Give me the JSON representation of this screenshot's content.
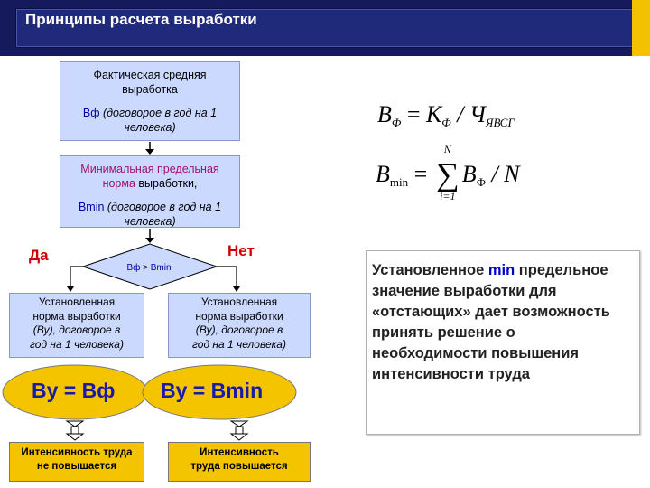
{
  "header": {
    "title": "Принципы расчета выработки"
  },
  "box_actual": {
    "line1": "Фактическая средняя",
    "line2": "выработка",
    "symbol": "Вф",
    "unit1": " (договорое в год на 1",
    "unit2": "человека)"
  },
  "box_min": {
    "line1": "Минимальная предельная",
    "line2a": "норма",
    "line2b": " выработки,",
    "symbol": "Bmin",
    "unit1": " (договорое в год на 1",
    "unit2": "человека)"
  },
  "decision": {
    "yes": "Да",
    "no": "Нет",
    "condition_left": "Вф",
    "condition_op": " > ",
    "condition_right": "Bmin"
  },
  "box_set_left": {
    "line1": "Установленная",
    "line2": "норма выработки",
    "line3": "(Ву), договорое в",
    "line4": "год на 1 человека)"
  },
  "box_set_right": {
    "line1": "Установленная",
    "line2": "норма выработки",
    "line3": "(Ву), договорое в",
    "line4": "год на 1 человека)"
  },
  "result_left": "Ву = Вф",
  "result_right": "Ву = Bmin",
  "outcome_left": {
    "line1": "Интенсивность труда",
    "line2": "не повышается"
  },
  "outcome_right": {
    "line1": "Интенсивность",
    "line2": "труда повышается"
  },
  "formula1": {
    "lhs": "В",
    "lhs_sub": "Ф",
    "eq": " = ",
    "k": "К",
    "k_sub": "Ф",
    "div": " / Ч",
    "ch_sub": "ЯВСГ"
  },
  "formula2": {
    "lhs": "B",
    "lhs_sub": "min",
    "eq": " = ",
    "sum_top": "N",
    "sum_bottom": "i=1",
    "term": "B",
    "term_sub": "Ф",
    "tail": " / N"
  },
  "info": {
    "part1": "Установленное ",
    "min": "min",
    "part2": " предельное значение выработки для «отстающих» дает возможность принять решение о необходимости повышения интенсивности труда"
  },
  "colors": {
    "header_bg": "#1f2a7a",
    "box_fill": "#ccd9ff",
    "yellow": "#f5c400",
    "accent_red": "#cc0000",
    "text_blue": "#0000aa"
  }
}
